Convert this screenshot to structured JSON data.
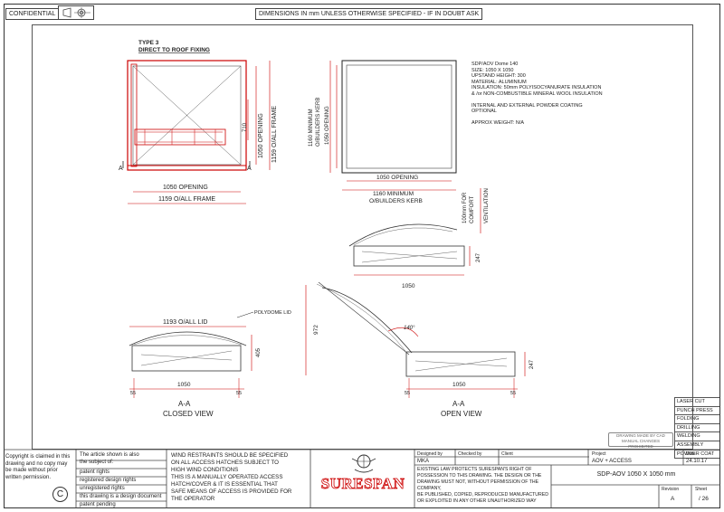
{
  "header": {
    "confidential": "CONFIDENTIAL",
    "dimensions_note": "DIMENSIONS IN mm UNLESS OTHERWISE SPECIFIED - IF IN DOUBT ASK"
  },
  "plan": {
    "type": "TYPE 3",
    "fixing": "DIRECT TO ROOF FIXING",
    "dim_710": "710",
    "dim_opening": "1050 OPENING",
    "dim_frame": "1159 O/ALL FRAME",
    "label_opening_h": "1050 OPENING",
    "label_frame_h": "1159 O/ALL FRAME",
    "section_mark": "A"
  },
  "kerb": {
    "v_min": "1160 MINIMUM",
    "v_kerb": "O/BUILDERS KERB",
    "v_opening": "1050 OPENING",
    "h_opening": "1050 OPENING",
    "h_min": "1160 MINIMUM",
    "h_kerb": "O/BUILDERS KERB"
  },
  "specs": [
    "SDP/AOV Dome 140",
    "SIZE: 1050 X 1050",
    "UPSTAND HEIGHT: 300",
    "MATERIAL: ALUMINIUM",
    "INSULATION: 50mm POLYISOCYANURATE INSULATION",
    "& /or NON-COMBUSTIBLE MINERAL WOOL INSULATION",
    "",
    "INTERNAL AND EXTERNAL POWDER COATING",
    "OPTIONAL",
    "",
    "APPROX WEIGHT: N/A"
  ],
  "vent": {
    "label_1": "100mm FOR",
    "label_2": "COMFORT",
    "label_3": "VENTILATION",
    "dim_247": "247",
    "dim_1050": "1050"
  },
  "closed": {
    "overall": "1193 O/ALL LID",
    "lid": "POLYDOME LID",
    "dim_405": "405",
    "dim_1050": "1050",
    "dim_55a": "55",
    "dim_55b": "55",
    "title": "A-A",
    "subtitle": "CLOSED VIEW"
  },
  "open": {
    "dim_972": "972",
    "angle": "140°",
    "dim_247": "247",
    "dim_1050": "1050",
    "dim_55a": "55",
    "dim_55b": "55",
    "title": "A-A",
    "subtitle": "OPEN VIEW"
  },
  "process": [
    "LASER CUT",
    "PUNCH PRESS",
    "FOLDING",
    "DRILLING",
    "WELDING",
    "ASSEMBLY",
    "POWDER COAT"
  ],
  "cad_stamp": {
    "line1": "DRAWING MADE BY CAD",
    "line2": "MANUAL CHANGES PROHIBITED"
  },
  "titleblock": {
    "copyright": [
      "Copyright is claimed in this",
      "drawing and no copy may",
      "be made without prior",
      "written permission."
    ],
    "copyright_symbol": "C",
    "article_intro": [
      "The article shown is also",
      "the subject of:"
    ],
    "rights": [
      "patent rights",
      "registered design rights",
      "unregistered rights",
      "this drawing is a design document",
      "patent pending"
    ],
    "wind_note": [
      "WIND RESTRAINTS SHOULD BE SPECIFIED",
      "ON ALL ACCESS HATCHES SUBJECT TO",
      "HIGH WIND CONDITIONS",
      "THIS IS A MANUALLY OPERATED ACCESS",
      "HATCH/COVER & IT IS ESSENTIAL THAT",
      "SAFE MEANS OF ACCESS IS PROVIDED FOR",
      "THE OPERATOR"
    ],
    "logo": "SURESPAN",
    "designed_by_label": "Designed by",
    "designed_by": "MKA",
    "checked_by_label": "Checked by",
    "client_label": "Client",
    "legal": [
      "EXISTING LAW PROTECTS SURESPAN'S RIGHT OF",
      "POSSESSION TO THIS DRAWING. THE DESIGN OR THE",
      "DRAWING MUST NOT, WITHOUT PERMISSION OF THE",
      "COMPANY,",
      "BE PUBLISHED, COPIED, REPRODUCED MANUFACTURED",
      "OR EXPLOITED IN ANY OTHER UNAUTHORIZED WAY"
    ],
    "project_label": "Project",
    "project": "AOV + ACCESS",
    "date_label": "Date",
    "date": "24.10.17",
    "drawing_title": "SDP-AOV 1050 X 1050 mm",
    "revision_label": "Revision",
    "revision": "A",
    "sheet_label": "Sheet",
    "sheet": "/ 26"
  }
}
